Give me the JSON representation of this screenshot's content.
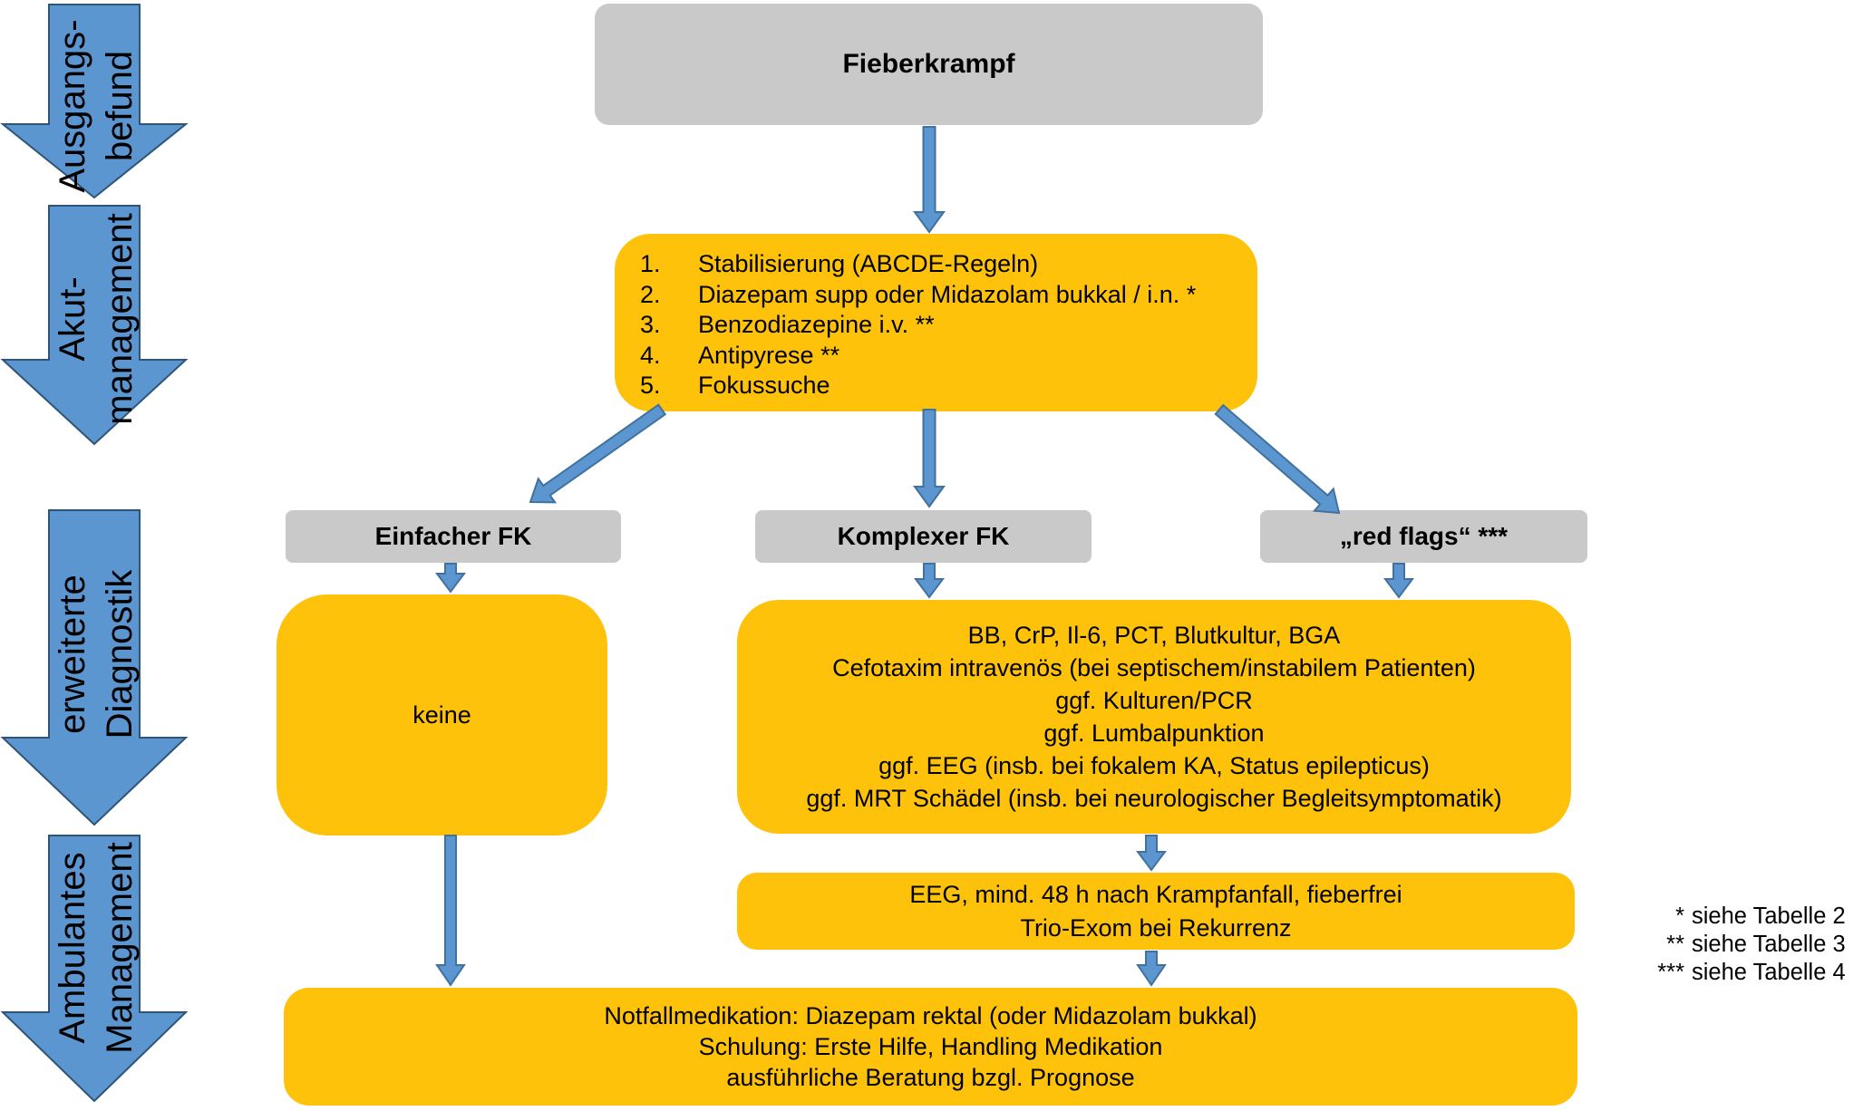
{
  "stages": [
    {
      "line1": "Ausgangs-",
      "line2": "befund"
    },
    {
      "line1": "Akut-",
      "line2": "management"
    },
    {
      "line1": "erweiterte",
      "line2": "Diagnostik"
    },
    {
      "line1": "Ambulantes",
      "line2": "Management"
    }
  ],
  "nodes": {
    "start": {
      "label": "Fieberkrampf"
    },
    "acute_steps": {
      "items": [
        "Stabilisierung (ABCDE-Regeln)",
        "Diazepam supp oder Midazolam bukkal / i.n. *",
        "Benzodiazepine i.v. **",
        "Antipyrese **",
        "Fokussuche"
      ]
    },
    "branch_simple": {
      "label": "Einfacher FK"
    },
    "branch_complex": {
      "label": "Komplexer FK"
    },
    "branch_redflags": {
      "label": "„red flags“ ***"
    },
    "simple_diagnostics": {
      "label": "keine"
    },
    "complex_diagnostics": {
      "lines": [
        "BB, CrP, Il-6, PCT, Blutkultur, BGA",
        "Cefotaxim intravenös (bei septischem/instabilem Patienten)",
        "ggf. Kulturen/PCR",
        "ggf. Lumbalpunktion",
        "ggf. EEG (insb. bei fokalem KA, Status epilepticus)",
        "ggf. MRT Schädel (insb. bei neurologischer Begleitsymptomatik)"
      ]
    },
    "eeg_followup": {
      "lines": [
        "EEG, mind. 48 h nach Krampfanfall, fieberfrei",
        "Trio-Exom bei Rekurrenz"
      ]
    },
    "outpatient": {
      "lines": [
        "Notfallmedikation: Diazepam rektal (oder Midazolam bukkal)",
        "Schulung: Erste Hilfe, Handling Medikation",
        "ausführliche Beratung bzgl. Prognose"
      ]
    }
  },
  "footnotes": [
    {
      "marker": "*",
      "text": "siehe Tabelle 2"
    },
    {
      "marker": "**",
      "text": "siehe Tabelle 3"
    },
    {
      "marker": "***",
      "text": "siehe Tabelle 4"
    }
  ],
  "colors": {
    "process_bg": "#FFC20B",
    "label_bg": "#C9C9C9",
    "arrow_fill": "#5B96D1",
    "arrow_stroke": "#41719C",
    "stage_stroke": "#2E5577",
    "text": "#000000"
  }
}
